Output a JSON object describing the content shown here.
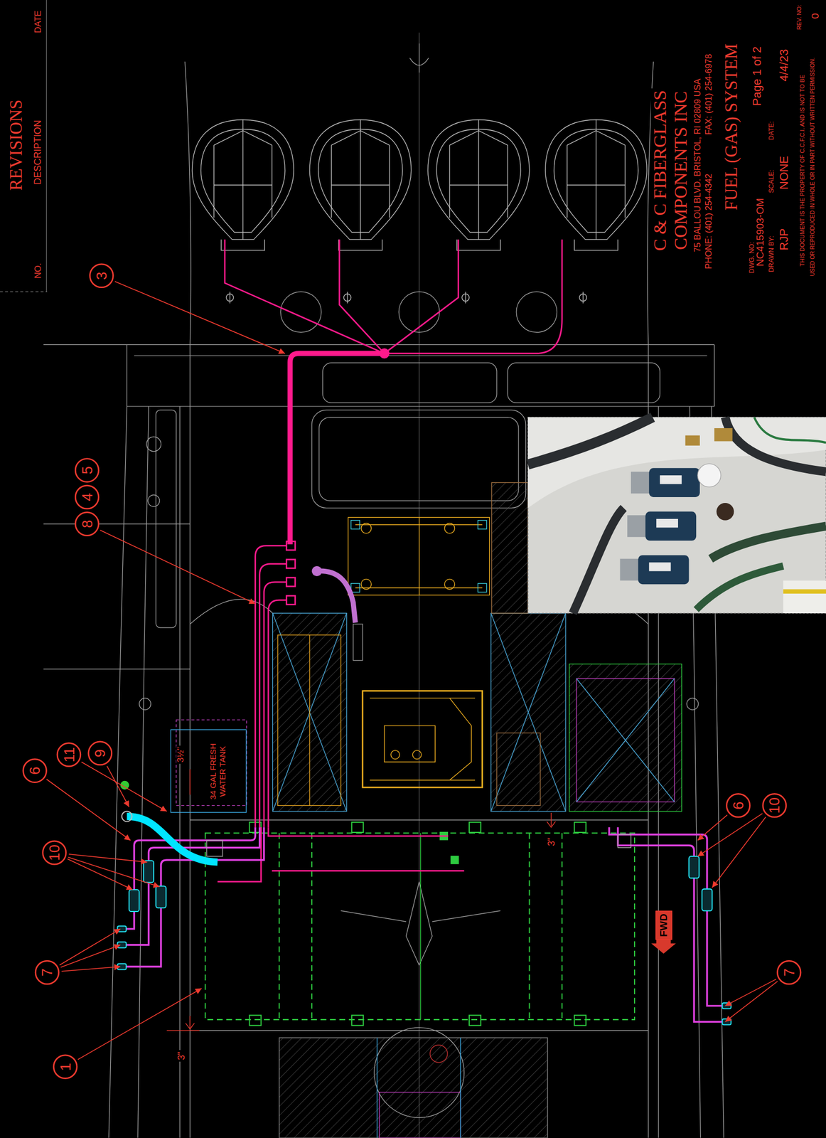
{
  "diagram": {
    "title": "FUEL (GAS) SYSTEM",
    "nodes": [
      {
        "text": [
          "3"
        ]
      },
      {
        "text": [
          "5"
        ]
      },
      {
        "text": [
          "4"
        ]
      },
      {
        "text": [
          "8"
        ]
      },
      {
        "text": [
          "11"
        ]
      },
      {
        "text": [
          "9"
        ]
      },
      {
        "text": [
          "6"
        ]
      },
      {
        "text": [
          "10"
        ]
      },
      {
        "text": [
          "7"
        ]
      },
      {
        "text": [
          "1"
        ]
      },
      {
        "text": [
          "6"
        ]
      },
      {
        "text": [
          "10"
        ]
      },
      {
        "text": [
          "7"
        ]
      },
      {
        "text": [
          "34 GAL FRESH WATER TANK"
        ]
      },
      {
        "text": [
          "FWD"
        ]
      }
    ],
    "labels": [
      "REVISIONS",
      "DESCRIPTION",
      "NO.",
      "DATE",
      "C & C FIBERGLASS",
      "COMPONENTS INC",
      "75 BALLOU BLVD. BRISTOL, RI 02809 USA",
      "PHONE: (401) 254-4342",
      "FAX: (401) 254-6978",
      "DWG. NO:",
      "NC415903-OM",
      "DRAWN BY:",
      "RJP",
      "SCALE:",
      "NONE",
      "Page 1 of 2",
      "DATE:",
      "4/4/23",
      "REV. NO:",
      "0",
      "THIS DOCUMENT IS THE PROPERTY OF C.C.F.C.I. AND IS NOT TO BE",
      "USED OR REPRODUCED IN WHOLE OR IN PART WITHOUT WRITTEN PERMISSION.",
      "3\"",
      "3\"",
      "3½\""
    ]
  }
}
